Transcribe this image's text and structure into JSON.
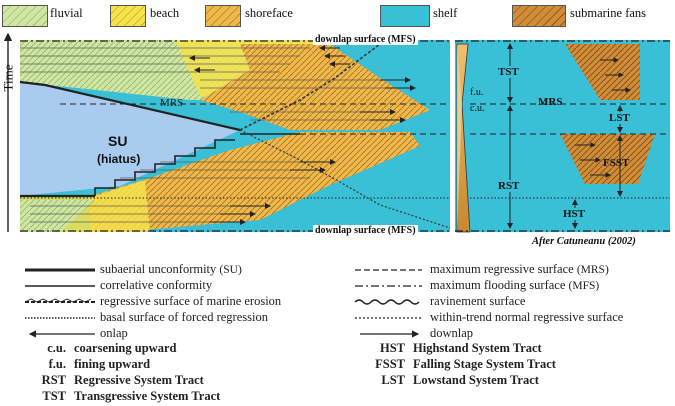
{
  "facies_legend": [
    {
      "label": "fluvial",
      "color": "#cfe6a4"
    },
    {
      "label": "beach",
      "color": "#f5e24c"
    },
    {
      "label": "shoreface",
      "color": "#efb84a"
    },
    {
      "label": "shelf",
      "color": "#39c0d6"
    },
    {
      "label": "submarine fans",
      "color": "#d18c38"
    }
  ],
  "axis": {
    "time_label": "Time"
  },
  "diagram": {
    "downlap_top": "downlap surface (MFS)",
    "downlap_bottom": "downlap surface (MFS)",
    "mrs_left": "MRS",
    "mrs_right": "MRS",
    "su_title": "SU",
    "su_sub": "(hiatus)",
    "fu": "f.u.",
    "cu": "c.u.",
    "tst": "TST",
    "rst": "RST",
    "lst": "LST",
    "fsst": "FSST",
    "hst": "HST",
    "credit": "After Catuneanu (2002)"
  },
  "line_legend_left": [
    {
      "label": "subaerial unconformity",
      "abbr": "(SU)"
    },
    {
      "label": "correlative conformity",
      "abbr": ""
    },
    {
      "label": "regressive surface of marine erosion",
      "abbr": ""
    },
    {
      "label": "basal surface of forced regression",
      "abbr": ""
    },
    {
      "label": "onlap",
      "abbr": ""
    }
  ],
  "line_legend_right": [
    {
      "label": "maximum regressive surface",
      "abbr": "(MRS)"
    },
    {
      "label": "maximum flooding surface",
      "abbr": "(MFS)"
    },
    {
      "label": "ravinement surface",
      "abbr": ""
    },
    {
      "label": "within-trend normal regressive surface",
      "abbr": ""
    },
    {
      "label": "downlap",
      "abbr": ""
    }
  ],
  "abbr_left": [
    {
      "code": "c.u.",
      "def": "coarsening upward"
    },
    {
      "code": "f.u.",
      "def": "fining upward"
    },
    {
      "code": "RST",
      "def": "Regressive System Tract"
    },
    {
      "code": "TST",
      "def": "Transgressive System Tract"
    }
  ],
  "abbr_right": [
    {
      "code": "HST",
      "def": "Highstand System Tract"
    },
    {
      "code": "FSST",
      "def": "Falling Stage System Tract"
    },
    {
      "code": "LST",
      "def": "Lowstand System Tract"
    }
  ]
}
